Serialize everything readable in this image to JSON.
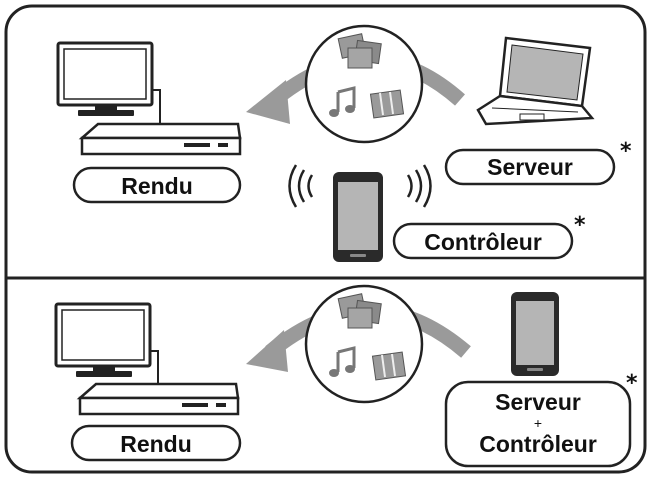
{
  "top_panel": {
    "renderer_label": "Rendu",
    "server_label": "Serveur",
    "controller_label": "Contrôleur",
    "server_asterisk": "*",
    "controller_asterisk": "*"
  },
  "bottom_panel": {
    "renderer_label": "Rendu",
    "server_controller_line1": "Serveur",
    "server_controller_plus": "+",
    "server_controller_line2": "Contrôleur",
    "asterisk": "*"
  },
  "icons": {
    "renderer_tv": "tv-icon",
    "renderer_player": "bluray-player-icon",
    "server_laptop": "laptop-icon",
    "controller_phone": "smartphone-icon",
    "signal_waves": "wireless-signal-icon",
    "media_photos": "photos-icon",
    "media_music": "music-note-icon",
    "media_video": "film-icon",
    "flow_arrow": "curved-arrow-icon"
  },
  "colors": {
    "frame_stroke": "#222222",
    "arrow_gray": "#9a9a9a",
    "device_fill": "#ffffff",
    "screen_gray": "#b5b5b5",
    "phone_body": "#2a2a2a"
  }
}
